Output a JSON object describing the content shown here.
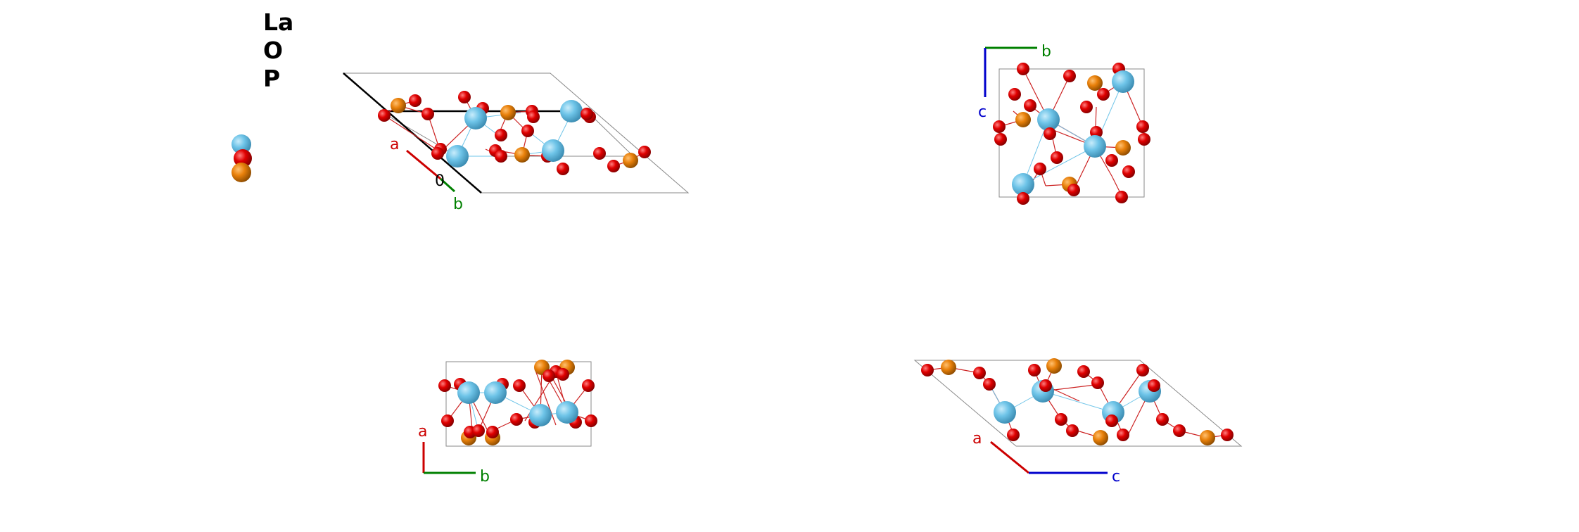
{
  "legend": {
    "elements": [
      {
        "symbol": "La",
        "color": "#6ec4e8",
        "icon": "la-atom-icon"
      },
      {
        "symbol": "O",
        "color": "#e00000",
        "icon": "o-atom-icon"
      },
      {
        "symbol": "P",
        "color": "#e8800a",
        "icon": "p-atom-icon"
      }
    ]
  },
  "views": {
    "perspective": {
      "axes": {
        "a": "a",
        "b": "b",
        "origin": "0"
      }
    },
    "along_a": {
      "axes": {
        "b": "b",
        "c": "c"
      }
    },
    "along_c": {
      "axes": {
        "a": "a",
        "b": "b"
      }
    },
    "along_b": {
      "axes": {
        "a": "a",
        "c": "c"
      }
    }
  },
  "colors": {
    "a_axis": "#cc0000",
    "b_axis": "#008000",
    "c_axis": "#0000cc",
    "bond": "#cc2222",
    "cell": "#888888"
  }
}
